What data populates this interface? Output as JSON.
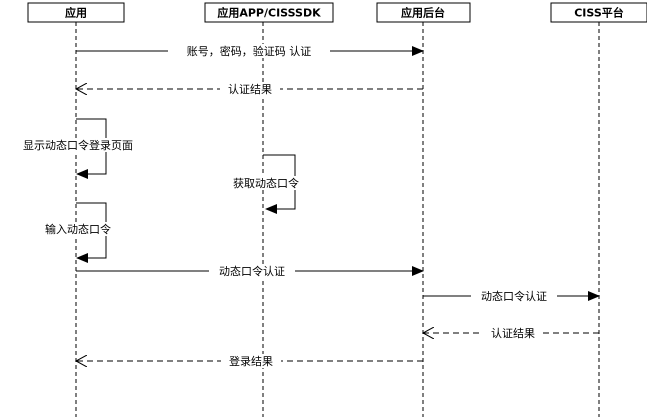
{
  "participants": [
    {
      "id": "app",
      "label": "应用"
    },
    {
      "id": "sdk",
      "label": "应用APP/CISSSDK"
    },
    {
      "id": "backend",
      "label": "应用后台"
    },
    {
      "id": "ciss",
      "label": "CISS平台"
    }
  ],
  "messages": [
    {
      "label": "账号，密码，验证码 认证",
      "style": "solid"
    },
    {
      "label": "认证结果",
      "style": "dashed"
    },
    {
      "label": "显示动态口令登录页面",
      "style": "self"
    },
    {
      "label": "获取动态口令",
      "style": "self"
    },
    {
      "label": "输入动态口令",
      "style": "self"
    },
    {
      "label": "动态口令认证",
      "style": "solid"
    },
    {
      "label": "动态口令认证",
      "style": "solid"
    },
    {
      "label": "认证结果",
      "style": "dashed"
    },
    {
      "label": "登录结果",
      "style": "dashed"
    }
  ]
}
